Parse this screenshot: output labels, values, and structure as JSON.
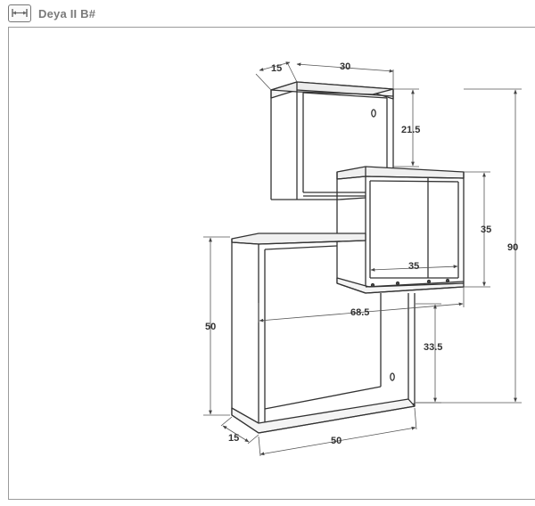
{
  "header": {
    "title": "Deya II B#",
    "icon": "dimension-ruler-icon"
  },
  "dimensions": {
    "top_box_depth": "15",
    "top_box_width": "30",
    "top_box_height": "21.5",
    "middle_box_height": "35",
    "middle_box_inner_width": "35",
    "overall_width": "68.5",
    "overall_height": "90",
    "lower_gap_height": "33.5",
    "bottom_box_height": "50",
    "bottom_box_depth": "15",
    "bottom_box_width": "50"
  },
  "colors": {
    "line": "#3a3a3a",
    "dimension": "#555555",
    "frame": "#9a9a9a"
  }
}
